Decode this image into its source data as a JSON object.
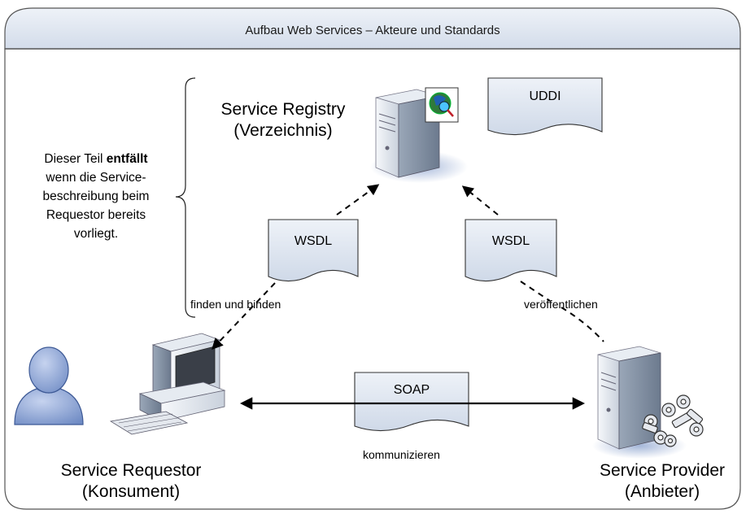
{
  "title": "Aufbau Web Services – Akteure und Standards",
  "registry": {
    "line1": "Service Registry",
    "line2": "(Verzeichnis)"
  },
  "uddi": "UDDI",
  "wsdl_left": "WSDL",
  "wsdl_right": "WSDL",
  "soap": "SOAP",
  "note": {
    "line1_pre": "Dieser Teil ",
    "line1_bold": "entfällt",
    "line2": "wenn die Service-",
    "line3": "beschreibung beim",
    "line4": "Requestor bereits",
    "line5": "vorliegt."
  },
  "edge_find": "finden und binden",
  "edge_publish": "veröffentlichen",
  "edge_comm": "kommunizieren",
  "requestor": {
    "line1": "Service Requestor",
    "line2": "(Konsument)"
  },
  "provider": {
    "line1": "Service Provider",
    "line2": "(Anbieter)"
  },
  "colors": {
    "header": "#dfe6f1",
    "doc": "#d8e1ee",
    "server_body": "#dfe5ec",
    "user": "#8fa6d6"
  }
}
